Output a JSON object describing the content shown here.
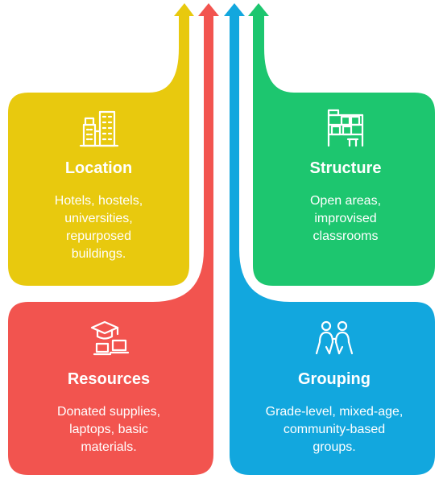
{
  "cards": [
    {
      "id": "location",
      "title": "Location",
      "lines": [
        "Hotels, hostels,",
        "universities,",
        "repurposed",
        "buildings."
      ],
      "icon": "city-buildings-icon",
      "color": "#E8C90E"
    },
    {
      "id": "structure",
      "title": "Structure",
      "lines": [
        "Open areas,",
        "improvised",
        "classrooms"
      ],
      "icon": "shelves-icon",
      "color": "#1DC66F"
    },
    {
      "id": "resources",
      "title": "Resources",
      "lines": [
        "Donated supplies,",
        "laptops, basic",
        "materials."
      ],
      "icon": "graduation-laptop-icon",
      "color": "#F2544F"
    },
    {
      "id": "grouping",
      "title": "Grouping",
      "lines": [
        "Grade-level, mixed-age,",
        "community-based",
        "groups."
      ],
      "icon": "people-group-icon",
      "color": "#12A7DE"
    }
  ]
}
